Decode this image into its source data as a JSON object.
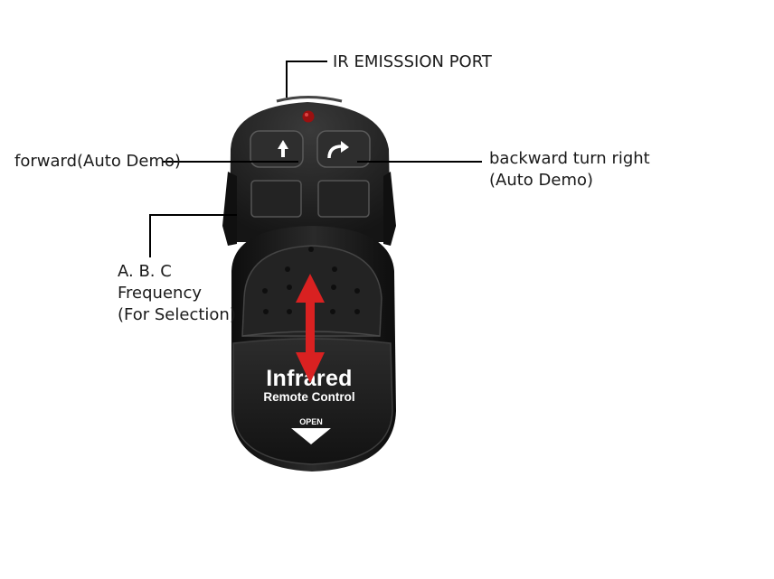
{
  "labels": {
    "ir_port": "IR EMISSSION PORT",
    "forward": "forward(Auto Demo)",
    "backward_line1": "backward turn right",
    "backward_line2": "(Auto Demo)",
    "frequency_line1": "A. B. C",
    "frequency_line2": "Frequency",
    "frequency_line3": "(For Selection)"
  },
  "remote": {
    "brand": "Infrared",
    "subtitle": "Remote Control",
    "open_label": "OPEN",
    "buttons": [
      {
        "name": "forward-button",
        "icon": "arrow-up-icon"
      },
      {
        "name": "turn-right-button",
        "icon": "curved-arrow-right-icon"
      },
      {
        "name": "left-blank-button",
        "icon": ""
      },
      {
        "name": "right-blank-button",
        "icon": ""
      }
    ]
  },
  "colors": {
    "body": "#1b1b1b",
    "accent_arrow": "#d92121",
    "ir_led": "#9a1010",
    "leader_line": "#000000"
  }
}
